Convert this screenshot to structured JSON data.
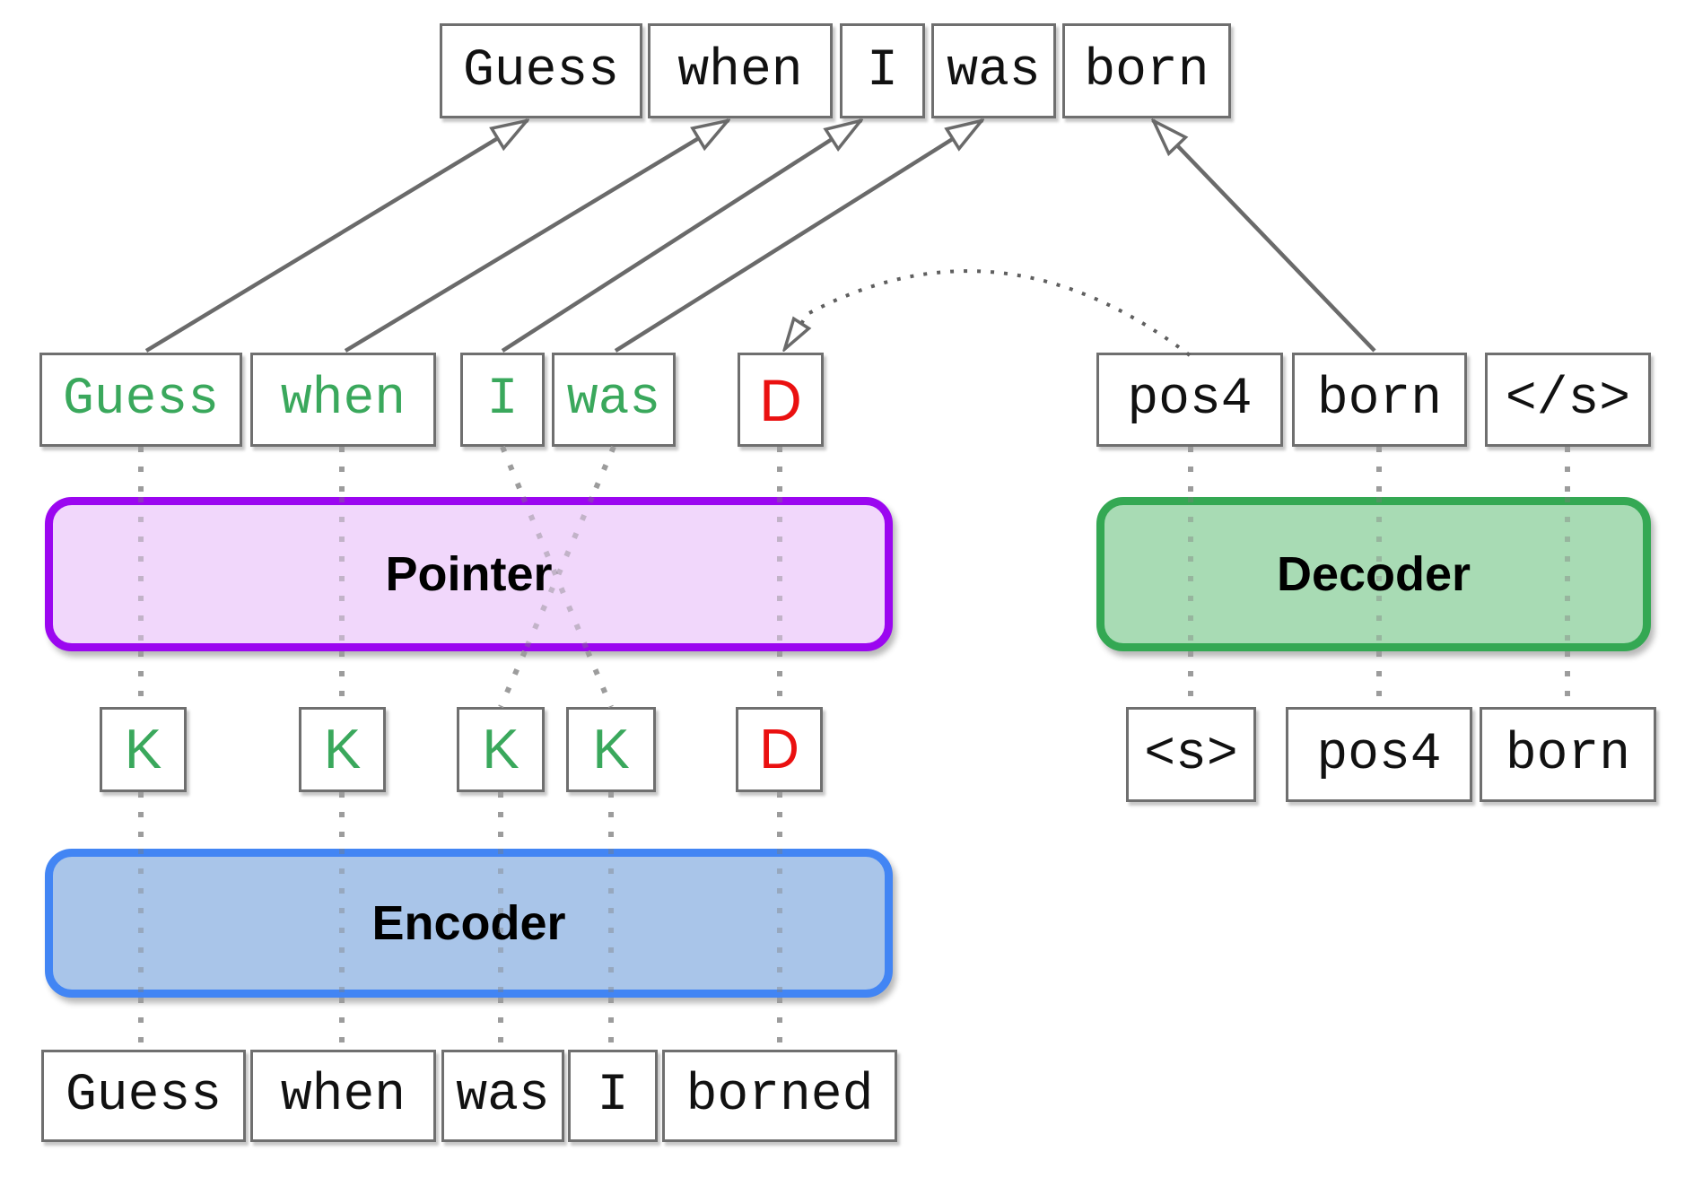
{
  "rows": {
    "output": [
      "Guess",
      "when",
      "I",
      "was",
      "born"
    ],
    "pointer_output": [
      "Guess",
      "when",
      "I",
      "was",
      "D"
    ],
    "decoder_output": [
      "pos4",
      "born",
      "</s>"
    ],
    "keys": [
      "K",
      "K",
      "K",
      "K",
      "D"
    ],
    "decoder_input": [
      "<s>",
      "pos4",
      "born"
    ],
    "input": [
      "Guess",
      "when",
      "was",
      "I",
      "borned"
    ]
  },
  "blocks": {
    "pointer": "Pointer",
    "encoder": "Encoder",
    "decoder": "Decoder"
  },
  "connections": {
    "pointer_arrows": [
      "Guess->Guess",
      "when->when",
      "I->I",
      "was->was"
    ],
    "decoder_arrow": "born->born",
    "copy_arc": "pos4->D"
  },
  "colors": {
    "pointer_border": "#9b06f0",
    "pointer_fill": "#f1d7fb",
    "encoder_border": "#4285f4",
    "encoder_fill": "#a9c5e9",
    "decoder_border": "#34a853",
    "decoder_fill": "#a8dbb4",
    "token_green": "#3aa85c",
    "token_red": "#ea1010",
    "box_border": "#6f6f6f",
    "arrow_gray": "#6a6a6a",
    "dot_gray": "#9c9c9c"
  }
}
